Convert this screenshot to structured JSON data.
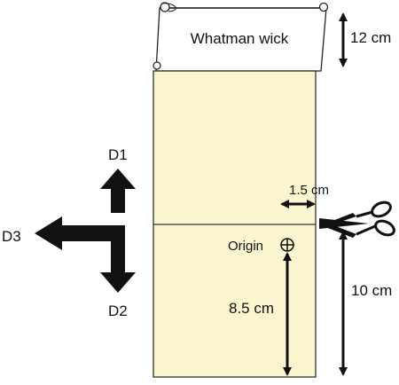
{
  "wick_label": "Whatman wick",
  "labels": {
    "wick_height": "12 cm",
    "cut_offset": "1.5 cm",
    "origin": "Origin",
    "origin_distance": "8.5 cm",
    "lower_height": "10 cm",
    "d1": "D1",
    "d2": "D2",
    "d3": "D3"
  },
  "icons": {
    "scissors": "scissors-icon",
    "origin_marker": "crosshair-icon"
  },
  "colors": {
    "paper": "#FBF6CF",
    "wick": "#FFFFFF",
    "ink": "#111111"
  }
}
